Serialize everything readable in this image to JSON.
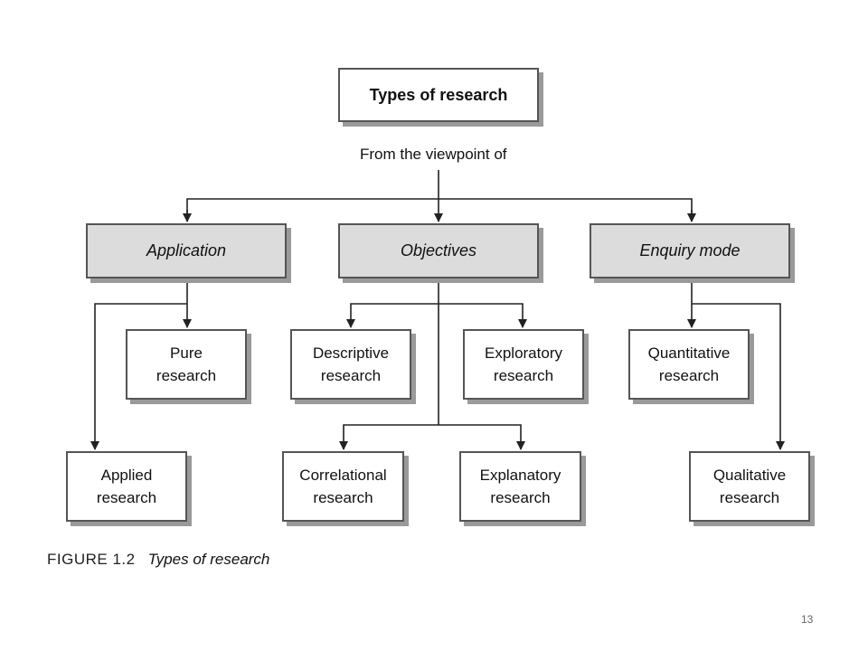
{
  "diagram": {
    "title": "Types of research",
    "viewpoint": "From the viewpoint of",
    "categories": {
      "application": "Application",
      "objectives": "Objectives",
      "enquiry_mode": "Enquiry mode"
    },
    "leaves": {
      "pure": "Pure\nresearch",
      "applied": "Applied\nresearch",
      "descriptive": "Descriptive\nresearch",
      "exploratory": "Exploratory\nresearch",
      "correlational": "Correlational\nresearch",
      "explanatory": "Explanatory\nresearch",
      "quantitative": "Quantitative\nresearch",
      "qualitative": "Qualitative\nresearch"
    }
  },
  "caption": {
    "figure_label": "FIGURE 1.2",
    "title": "Types of research"
  },
  "page_number": "13"
}
